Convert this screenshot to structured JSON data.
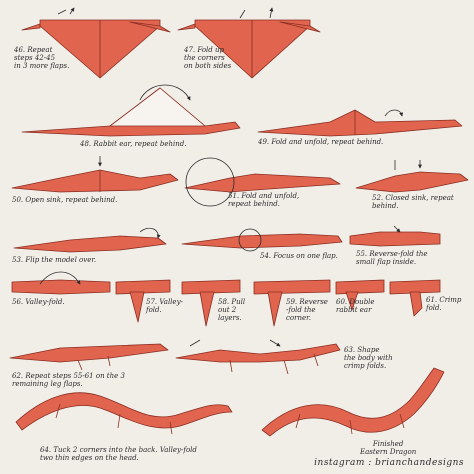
{
  "steps": [
    {
      "id": "s46",
      "text": "46. Repeat\nsteps 42-45\nin 3 more flaps."
    },
    {
      "id": "s47",
      "text": "47. Fold up\nthe corners\non both sides"
    },
    {
      "id": "s48",
      "text": "48. Rabbit ear, repeat behind."
    },
    {
      "id": "s49",
      "text": "49. Fold and unfold, repeat behind."
    },
    {
      "id": "s50",
      "text": "50. Open sink, repeat behind."
    },
    {
      "id": "s51",
      "text": "51. Fold and unfold,\nrepeat behind."
    },
    {
      "id": "s52",
      "text": "52. Closed sink, repeat\nbehind."
    },
    {
      "id": "s53",
      "text": "53. Flip the model over."
    },
    {
      "id": "s54",
      "text": "54. Focus on one flap."
    },
    {
      "id": "s55",
      "text": "55. Reverse-fold the\nsmall flap inside."
    },
    {
      "id": "s56",
      "text": "56. Valley-fold."
    },
    {
      "id": "s57",
      "text": "57. Valley-\nfold."
    },
    {
      "id": "s58",
      "text": "58. Pull\nout 2\nlayers."
    },
    {
      "id": "s59",
      "text": "59. Reverse\n-fold the\ncorner."
    },
    {
      "id": "s60",
      "text": "60. Double\nrabbit ear"
    },
    {
      "id": "s61",
      "text": "61. Crimp\nfold."
    },
    {
      "id": "s62",
      "text": "62. Repeat steps 55-61 on the 3\nremaining leg flaps."
    },
    {
      "id": "s63",
      "text": "63. Shape\nthe body with\ncrimp folds."
    },
    {
      "id": "s64",
      "text": "64. Tuck 2 corners into the back. Valley-fold\ntwo thin edges on the head."
    }
  ],
  "finished": "Finished\nEastern Dragon",
  "brand": "instagram : brianchandesigns",
  "colors": {
    "paper": "#e0644e",
    "edge": "#8a2e22",
    "ink": "#2b2b2b",
    "bg": "#f1eee8"
  }
}
